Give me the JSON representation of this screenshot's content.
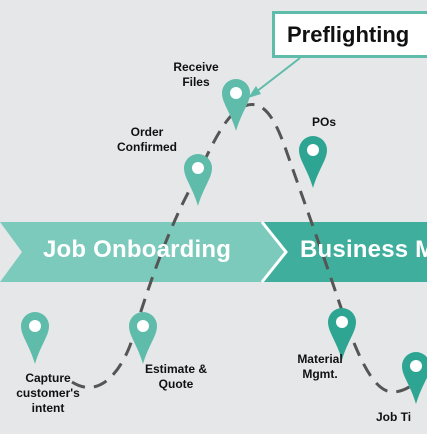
{
  "callout": {
    "title": "Preflighting"
  },
  "band": {
    "stage1": "Job Onboarding",
    "stage2": "Business M"
  },
  "milestones": [
    {
      "label": "Receive Files",
      "lines": [
        "Receive",
        "Files"
      ]
    },
    {
      "label": "Order Confirmed",
      "lines": [
        "Order",
        "Confirmed"
      ]
    },
    {
      "label": "POs",
      "lines": [
        "POs"
      ]
    },
    {
      "label": "Capture customer's intent",
      "lines": [
        "Capture",
        "customer's",
        "intent"
      ]
    },
    {
      "label": "Estimate & Quote",
      "lines": [
        "Estimate &",
        "Quote"
      ]
    },
    {
      "label": "Material Mgmt.",
      "lines": [
        "Material",
        "Mgmt."
      ]
    },
    {
      "label": "Job Ti",
      "lines": [
        "Job Ti"
      ]
    }
  ],
  "colors": {
    "teal": "#5fbcaa",
    "teal_dark": "#2ea592",
    "band_light": "#7ccabc",
    "band_dark": "#3fae9c",
    "path": "#555555",
    "background": "#e6e7e8"
  },
  "icons": [
    "map-pin-icon",
    "chevron-right-icon",
    "arrow-icon"
  ]
}
